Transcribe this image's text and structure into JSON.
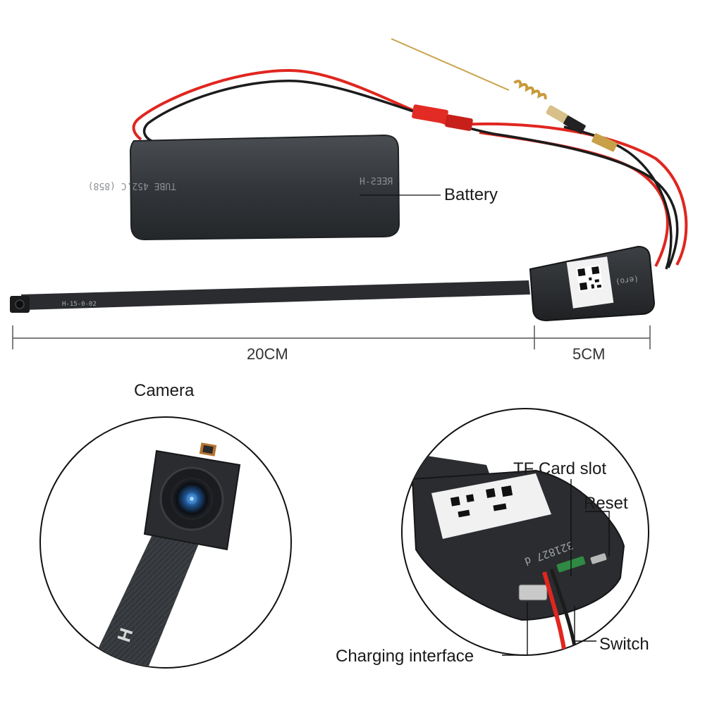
{
  "labels": {
    "battery": "Battery",
    "camera": "Camera",
    "tf_card_slot": "TF Card slot",
    "reset": "Reset",
    "switch": "Switch",
    "charging_interface": "Charging interface"
  },
  "dimensions": {
    "cable_length": "20CM",
    "module_length": "5CM"
  },
  "printed_text": {
    "battery_print_left": "TUBE 452.C (858)",
    "battery_print_right": "H-ƧƎƎЯ",
    "cable_print": "H-15-0-02",
    "module_print": "(ero)",
    "zoom_module_print": "321827 d"
  },
  "colors": {
    "wire_red": "#e0261f",
    "wire_black": "#1c1c1c",
    "battery_body": "#34373a",
    "connector_red": "#e32b25",
    "antenna_gold": "#c9a24a",
    "circle_stroke": "#111111"
  },
  "icons": {
    "qr_code": "qr-code-icon",
    "camera_lens": "camera-lens-icon"
  }
}
